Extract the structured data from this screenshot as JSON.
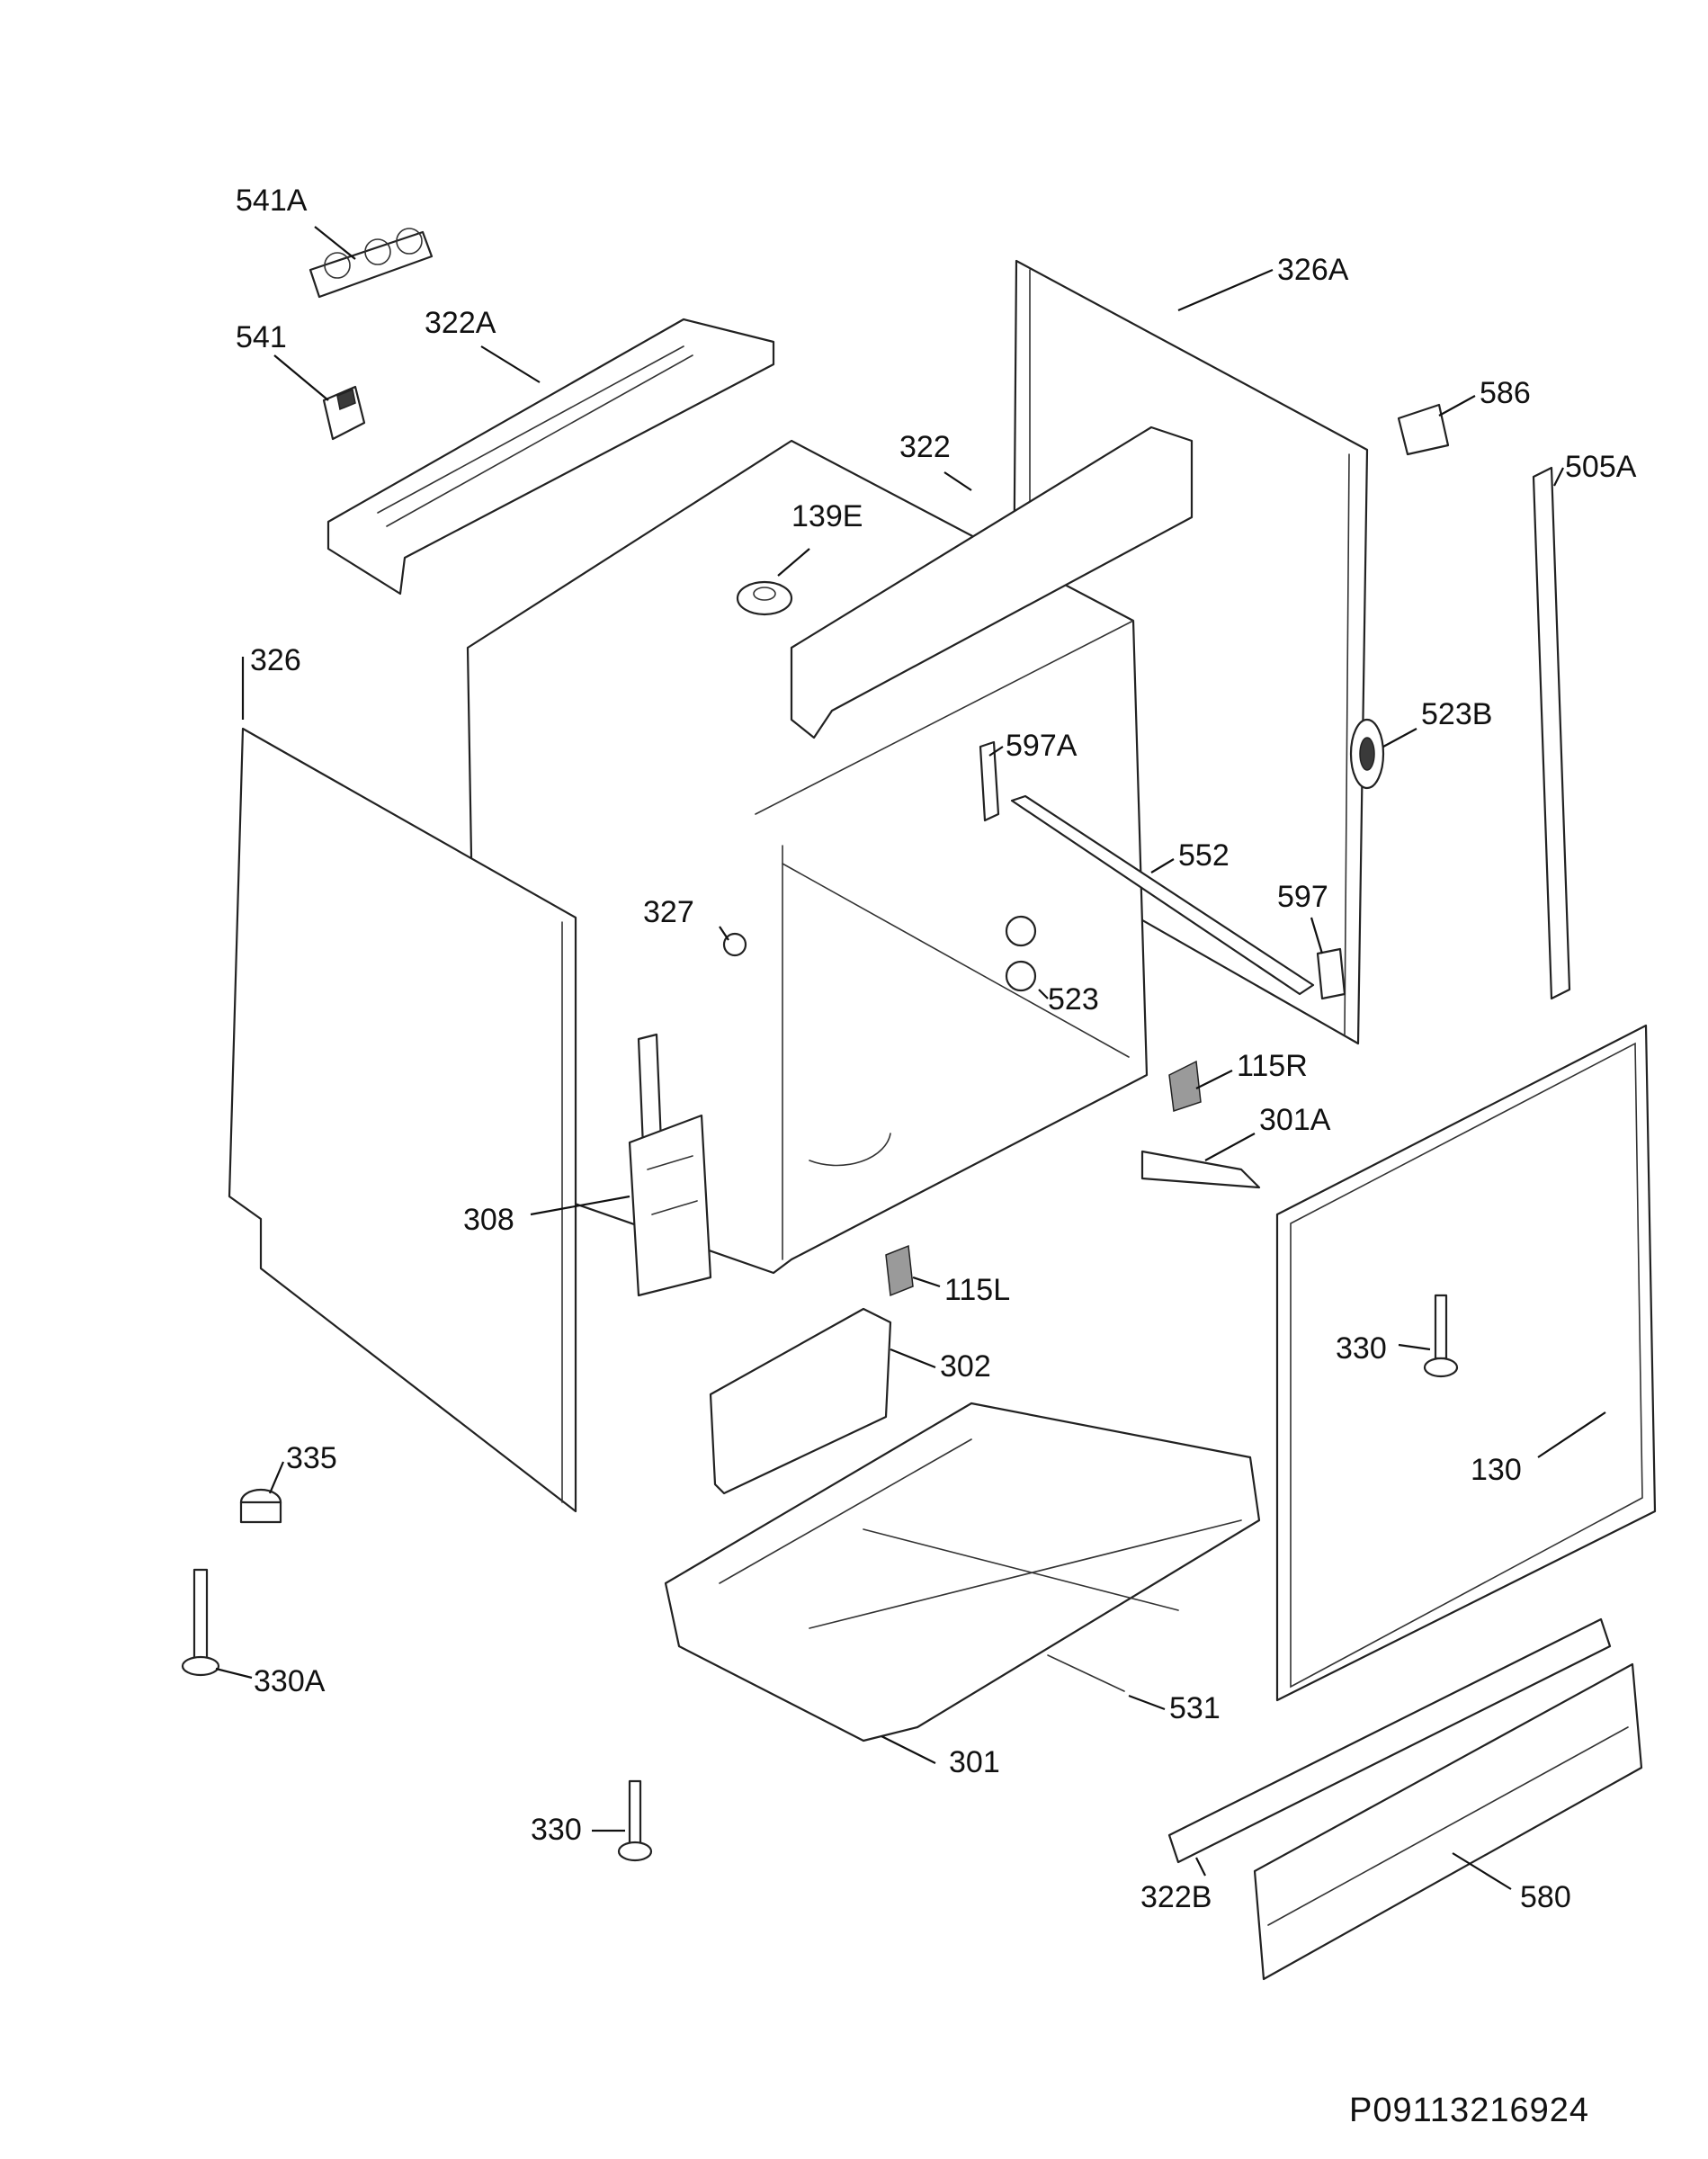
{
  "figure_code": "P09113216924",
  "callouts": {
    "c541A": "541A",
    "c541": "541",
    "c322A": "322A",
    "c326A": "326A",
    "c586": "586",
    "c505A": "505A",
    "c322": "322",
    "c139E": "139E",
    "c326": "326",
    "c523B": "523B",
    "c597A": "597A",
    "c552": "552",
    "c597": "597",
    "c327": "327",
    "c523": "523",
    "c115R": "115R",
    "c301A": "301A",
    "c308": "308",
    "c115L": "115L",
    "c302": "302",
    "c330_right": "330",
    "c130": "130",
    "c335": "335",
    "c330A": "330A",
    "c531": "531",
    "c301": "301",
    "c330_bottom": "330",
    "c322B": "322B",
    "c580": "580"
  }
}
